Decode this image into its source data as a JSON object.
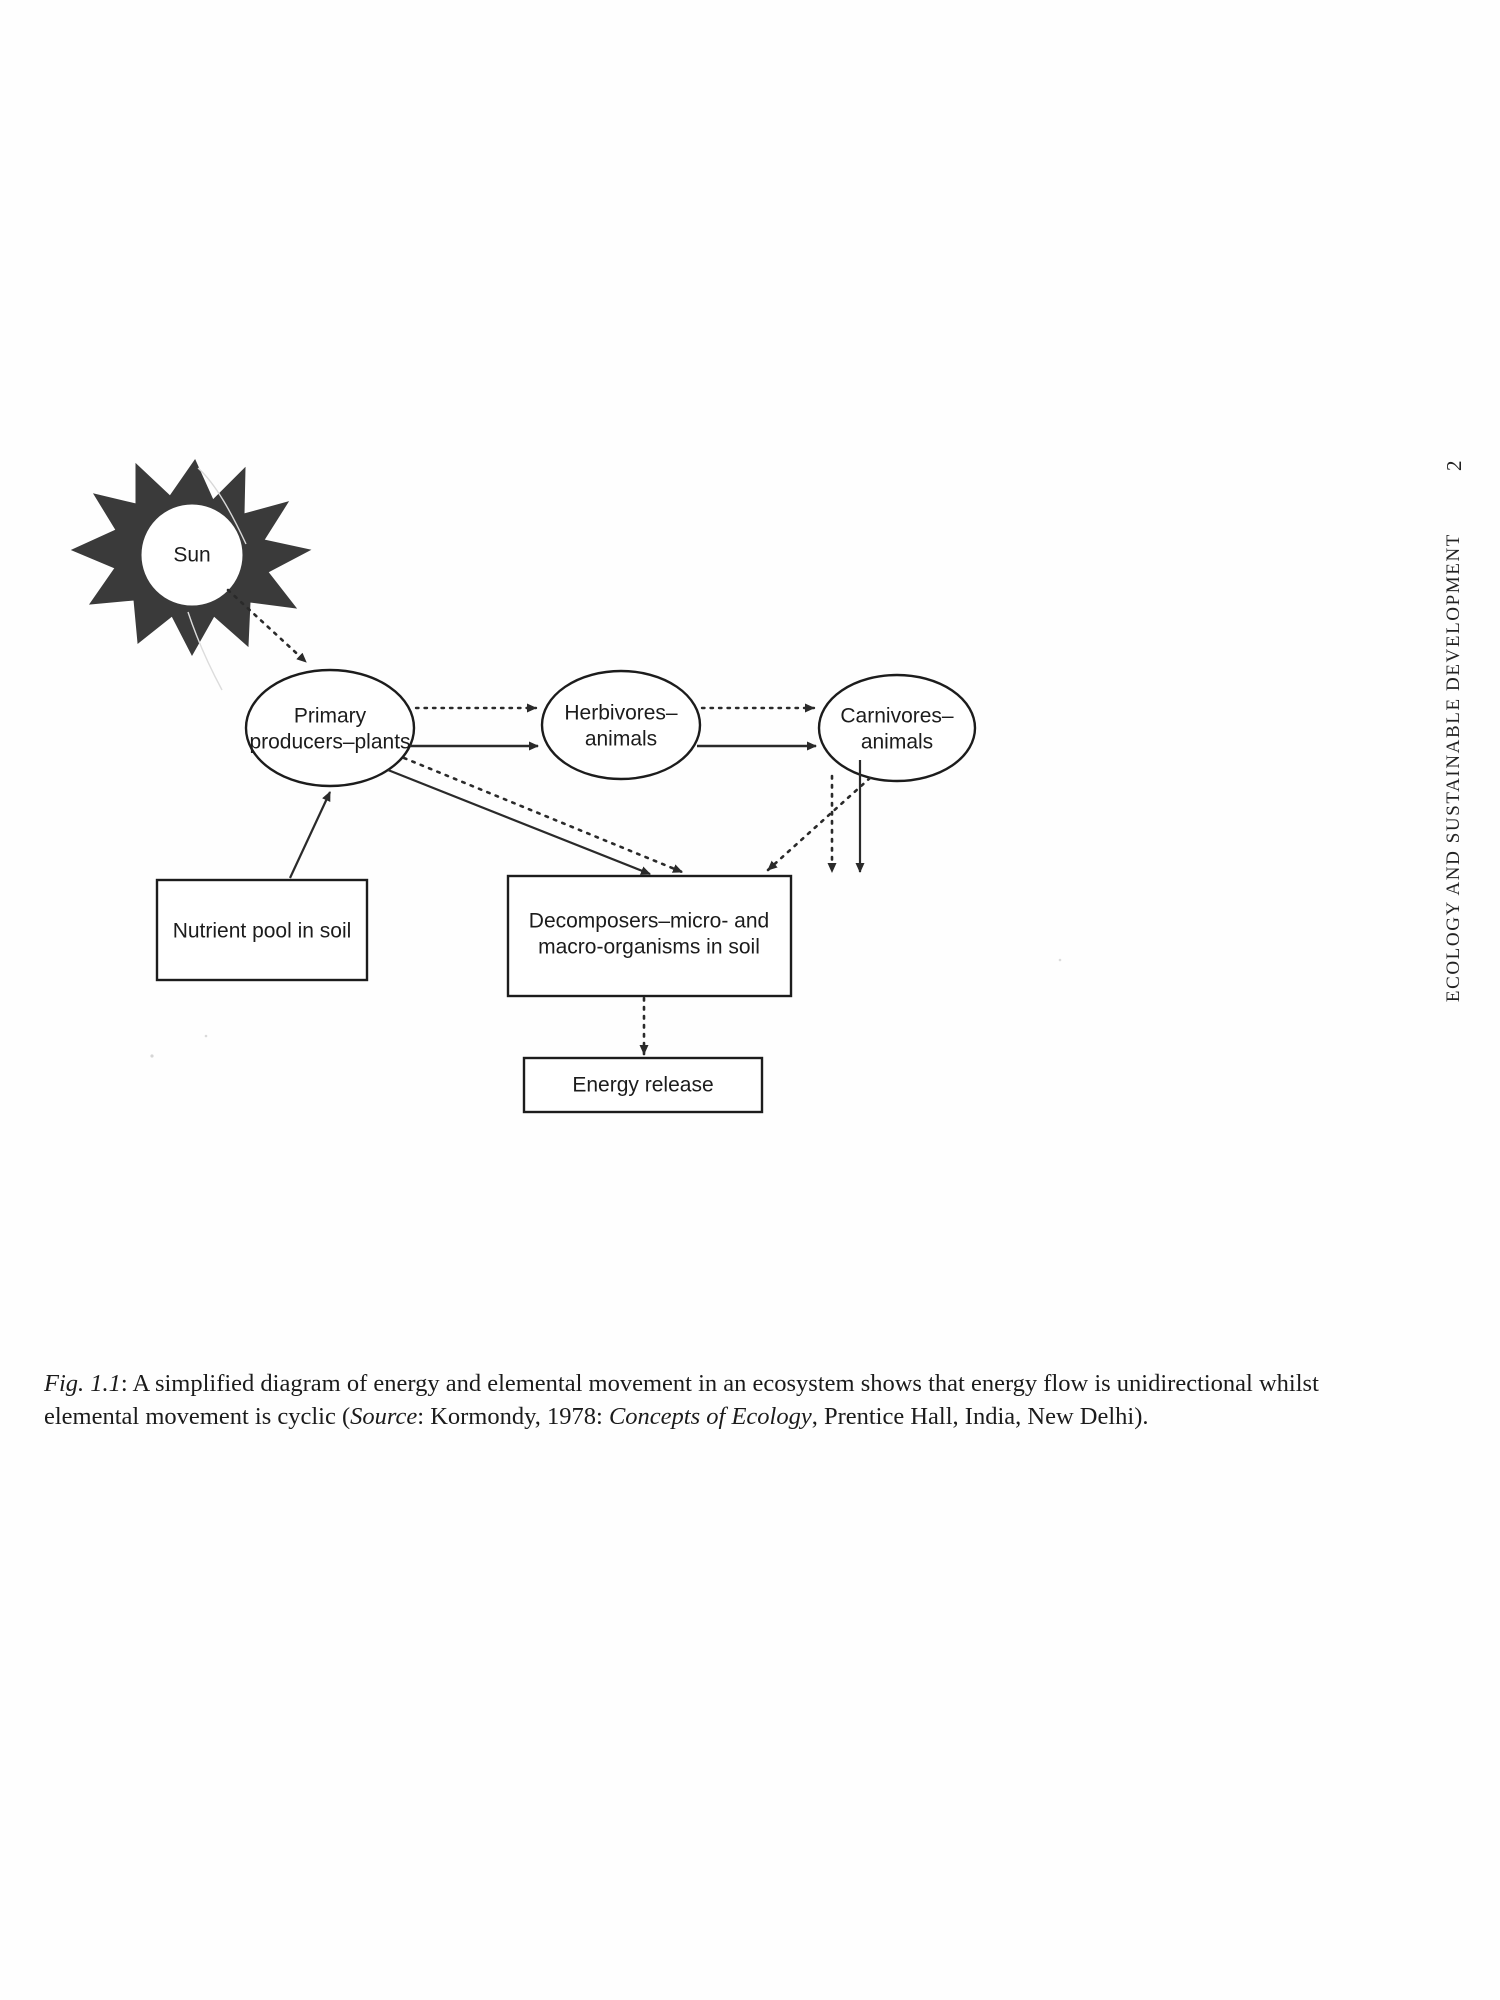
{
  "page": {
    "number": "2",
    "running_head": "ECOLOGY AND SUSTAINABLE DEVELOPMENT"
  },
  "figure": {
    "nodes": {
      "sun": "Sun",
      "primary_producers_line1": "Primary",
      "primary_producers_line2": "producers–plants",
      "herbivores_line1": "Herbivores–",
      "herbivores_line2": "animals",
      "carnivores_line1": "Carnivores–",
      "carnivores_line2": "animals",
      "nutrient_pool": "Nutrient pool in soil",
      "decomposers_line1": "Decomposers–micro- and",
      "decomposers_line2": "macro-organisms in soil",
      "energy_release": "Energy release"
    },
    "colors": {
      "ink": "#1c1c1c",
      "sun_fill": "#3a3a3a",
      "paper": "#fefefe"
    }
  },
  "caption": {
    "fig_label": "Fig. 1.1",
    "text_a": ": A simplified diagram of energy and elemental movement in an ecosystem shows that energy flow is unidirectional whilst elemental movement is cyclic (",
    "source_label": "Source",
    "text_b": ": Kormondy, 1978: ",
    "book_title": "Concepts of Ecology",
    "text_c": ", Prentice Hall, India, New Delhi)."
  }
}
